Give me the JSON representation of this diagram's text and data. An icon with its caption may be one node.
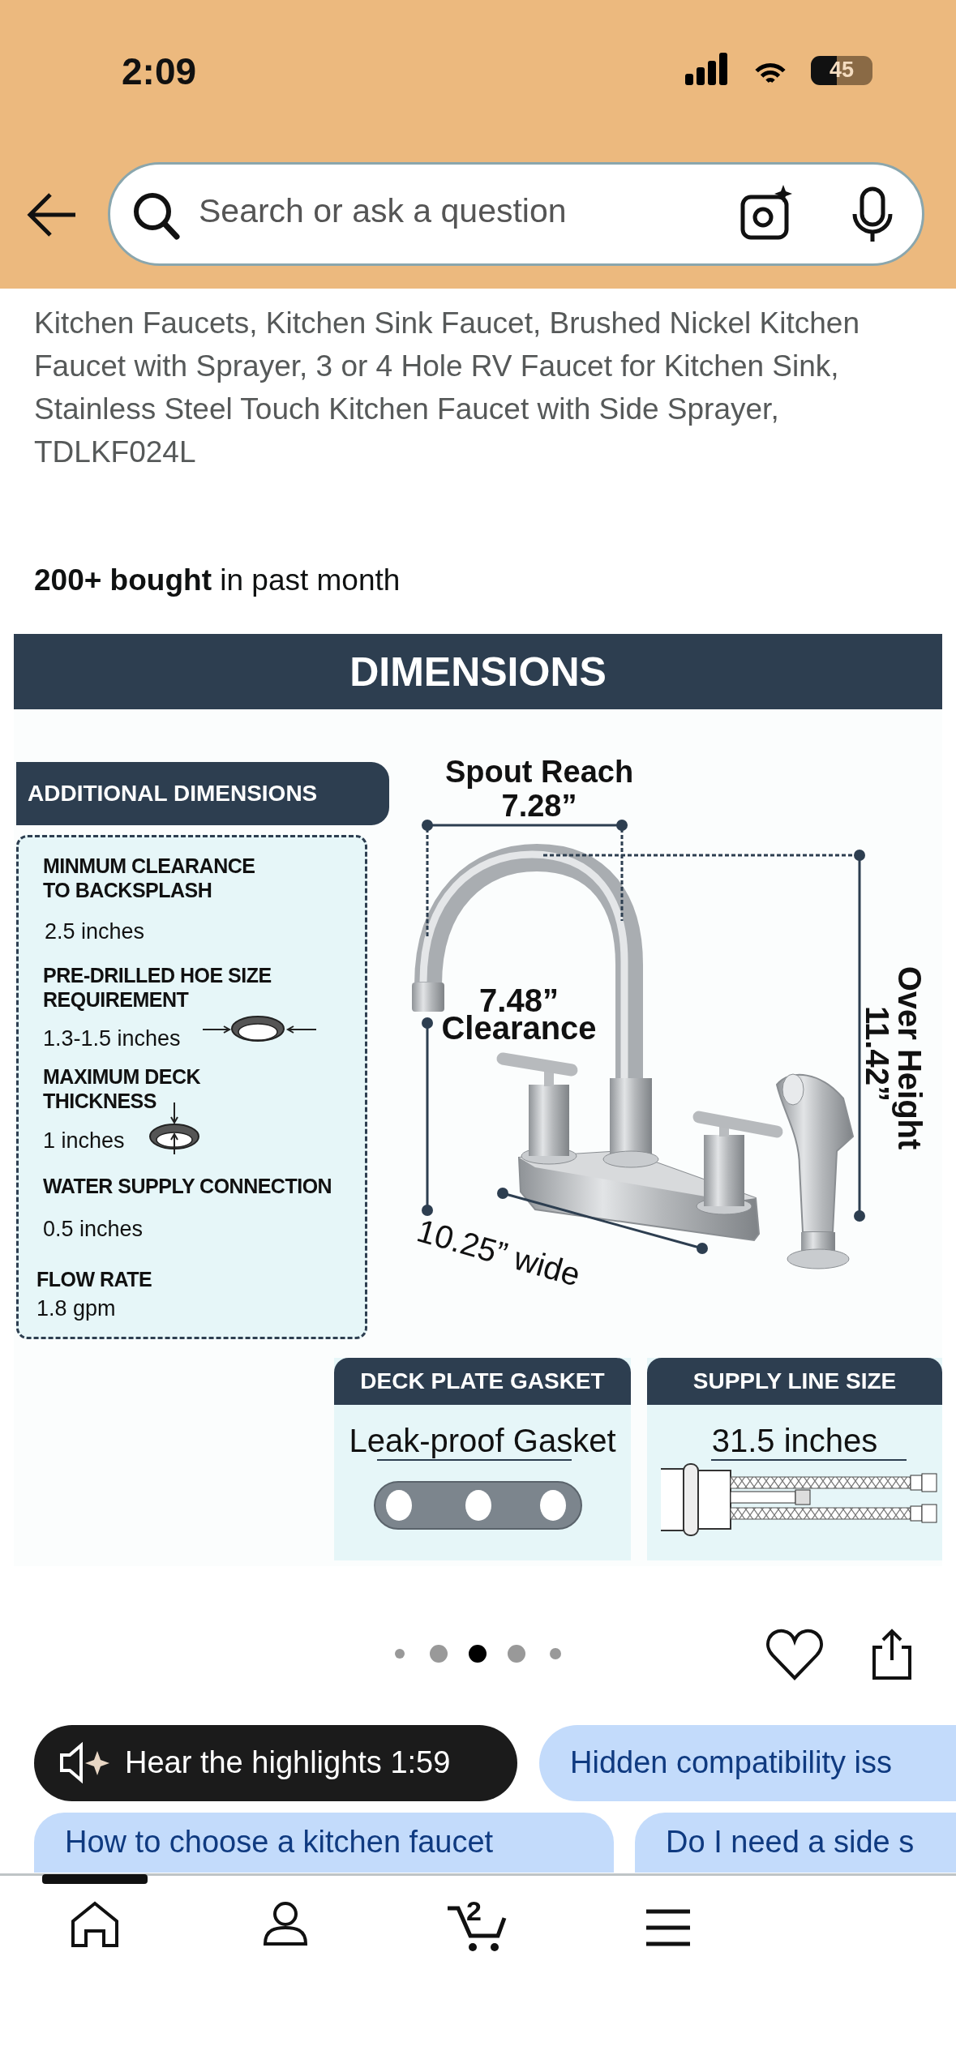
{
  "diagram": {
    "title": "DIMENSIONS",
    "nodes": [
      {
        "text": [
          "ADDITIONAL DIMENSIONS",
          "MINMUM CLEARANCE TO BACKSPLASH",
          "2.5 inches",
          "PRE-DRILLED HOE SIZE REQUIREMENT",
          "1.3-1.5 inches",
          "MAXIMUM DECK THICKNESS",
          "1 inches",
          "WATER SUPPLY CONNECTION",
          "0.5 inches",
          "FLOW RATE",
          "1.8 gpm"
        ]
      },
      {
        "text": [
          "DECK PLATE GASKET",
          "Leak-proof Gasket"
        ]
      },
      {
        "text": [
          "SUPPLY LINE SIZE",
          "31.5 inches"
        ]
      }
    ],
    "labels": [
      "2:09",
      "45",
      "Search or ask a question",
      "Kitchen Faucets, Kitchen Sink Faucet, Brushed Nickel Kitchen Faucet with Sprayer, 3 or 4 Hole RV Faucet for Kitchen Sink, Stainless Steel Touch Kitchen Faucet with Side Sprayer, TDLKF024L",
      "**200+ bought** in past month",
      "Spout Reach",
      "7.28”",
      "7.48”",
      "Clearance",
      "Over Height",
      "11.42”",
      "10.25” wide",
      "Hear the highlights 1:59",
      "Hidden compatibility iss",
      "How to choose a kitchen faucet",
      "Do I need a side s",
      "2"
    ]
  }
}
